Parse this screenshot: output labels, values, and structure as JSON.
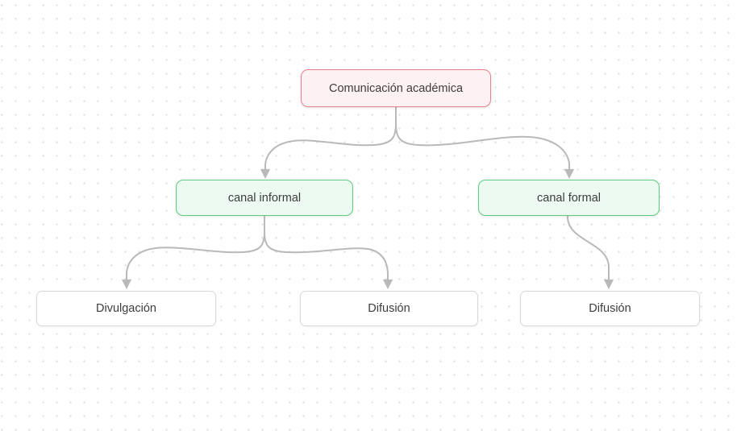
{
  "diagram": {
    "nodes": {
      "root": {
        "label": "Comunicación académica",
        "kind": "root"
      },
      "informal": {
        "label": "canal informal",
        "kind": "branch"
      },
      "formal": {
        "label": "canal formal",
        "kind": "branch"
      },
      "divulgacion": {
        "label": "Divulgación",
        "kind": "leaf"
      },
      "difusion_informal": {
        "label": "Difusión",
        "kind": "leaf"
      },
      "difusion_formal": {
        "label": "Difusión",
        "kind": "leaf"
      }
    },
    "edges": [
      {
        "from": "root",
        "to": "informal"
      },
      {
        "from": "root",
        "to": "formal"
      },
      {
        "from": "informal",
        "to": "divulgacion"
      },
      {
        "from": "informal",
        "to": "difusion_informal"
      },
      {
        "from": "formal",
        "to": "difusion_formal"
      }
    ],
    "colors": {
      "root_border": "#ec7f8b",
      "root_fill": "#fdf1f3",
      "branch_border": "#5ecc81",
      "branch_fill": "#edfaf2",
      "leaf_border": "#d8d8d8",
      "leaf_fill": "#ffffff",
      "connector": "#b9b9b9",
      "text": "#3c3c3c",
      "canvas_dot": "#e4e4e4",
      "canvas_bg": "#ffffff"
    }
  }
}
